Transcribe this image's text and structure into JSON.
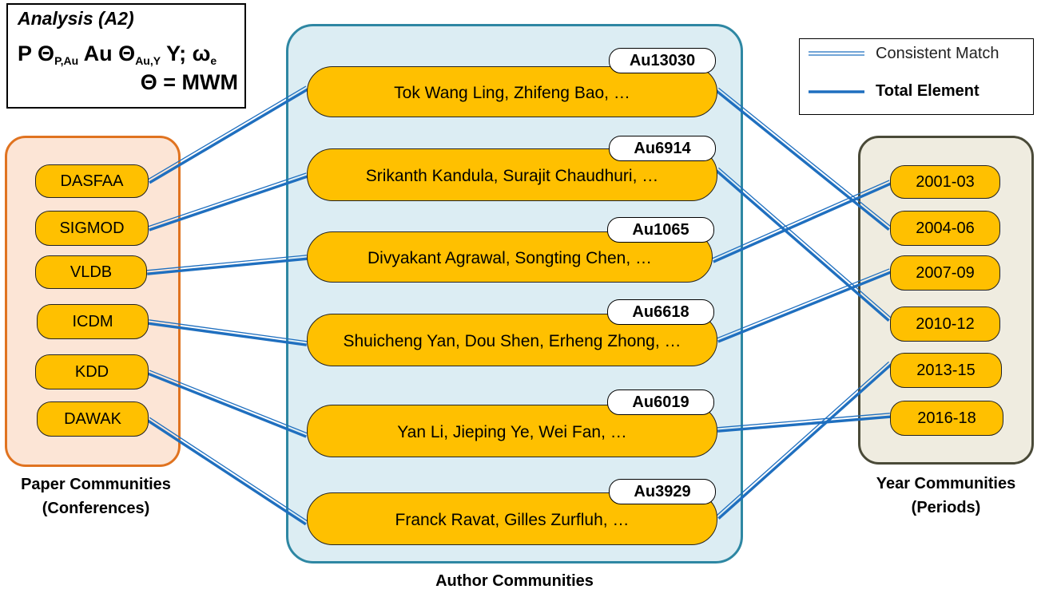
{
  "analysis": {
    "title": "Analysis (A2)",
    "formula_p": "P",
    "theta": "Θ",
    "sub_p_au": "P,Au",
    "au": "Au",
    "sub_au_y": "Au,Y",
    "y_part": "Y; ω",
    "sub_e": "e",
    "equation": "Θ = MWM"
  },
  "legend": {
    "consistent_label": "Consistent Match",
    "total_label": "Total Element",
    "line_color": "#1f6fbf"
  },
  "panels": {
    "paper_label_line1": "Paper Communities",
    "paper_label_line2": "(Conferences)",
    "author_label": "Author Communities",
    "year_label_line1": "Year Communities",
    "year_label_line2": "(Periods)"
  },
  "colors": {
    "pill_fill": "#ffc000",
    "paper_border": "#e07320",
    "paper_fill": "#fce5d6",
    "author_border": "#2e87a3",
    "author_fill": "#dcedf3",
    "year_border": "#4a4a38",
    "year_fill": "#efece0"
  },
  "papers": [
    "DASFAA",
    "SIGMOD",
    "VLDB",
    "ICDM",
    "KDD",
    "DAWAK"
  ],
  "authors": [
    {
      "id": "Au13030",
      "names": "Tok Wang Ling, Zhifeng Bao, …"
    },
    {
      "id": "Au6914",
      "names": "Srikanth Kandula, Surajit Chaudhuri, …"
    },
    {
      "id": "Au1065",
      "names": "Divyakant Agrawal, Songting Chen, …"
    },
    {
      "id": "Au6618",
      "names": "Shuicheng Yan, Dou Shen, Erheng Zhong, …"
    },
    {
      "id": "Au6019",
      "names": "Yan Li, Jieping Ye, Wei Fan, …"
    },
    {
      "id": "Au3929",
      "names": "Franck Ravat, Gilles Zurfluh, …"
    }
  ],
  "years": [
    "2001-03",
    "2004-06",
    "2007-09",
    "2010-12",
    "2013-15",
    "2016-18"
  ],
  "edges_paper_author": [
    [
      0,
      0
    ],
    [
      1,
      1
    ],
    [
      2,
      2
    ],
    [
      3,
      3
    ],
    [
      4,
      4
    ],
    [
      5,
      5
    ]
  ],
  "edges_author_year": [
    [
      0,
      1
    ],
    [
      1,
      3
    ],
    [
      2,
      0
    ],
    [
      3,
      2
    ],
    [
      4,
      5
    ],
    [
      5,
      4
    ]
  ]
}
